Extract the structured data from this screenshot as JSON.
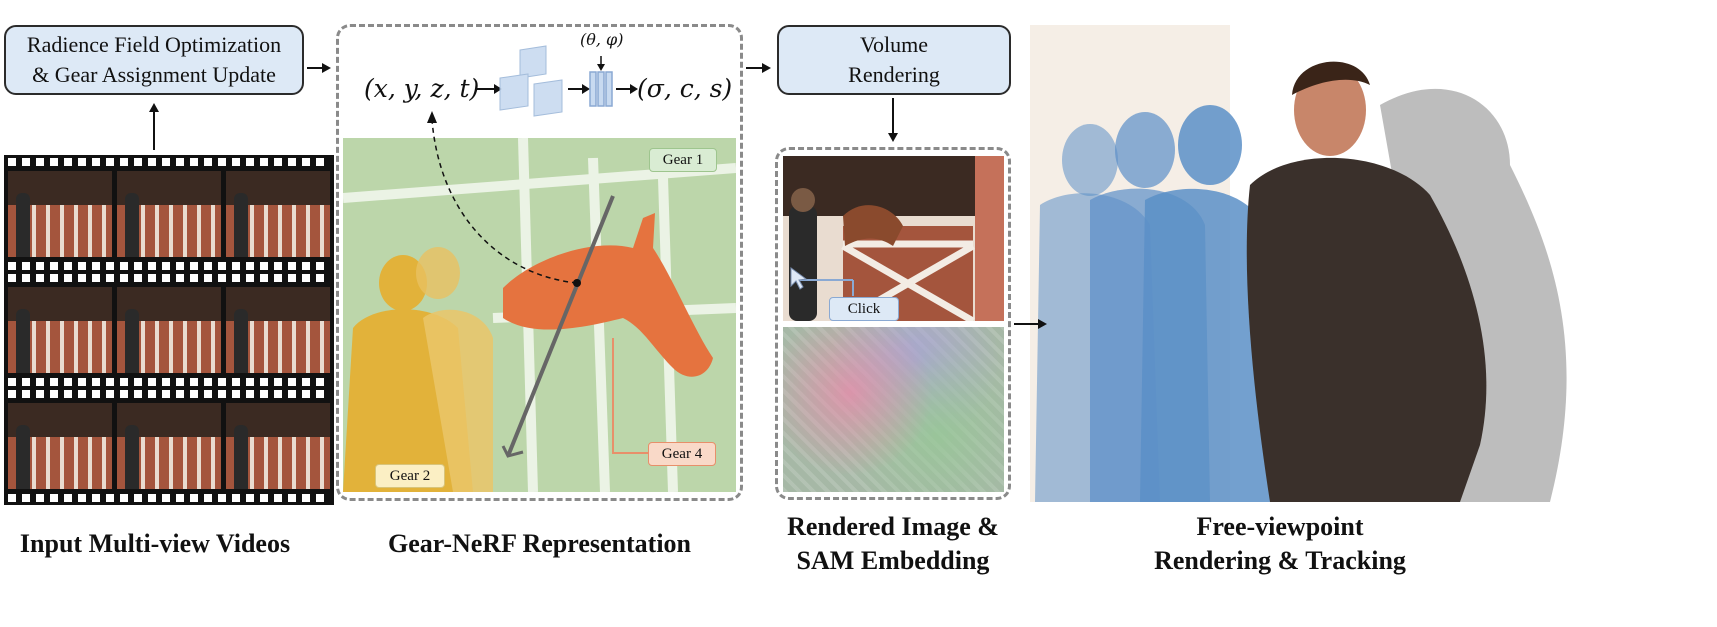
{
  "boxes": {
    "optimization": "Radience Field Optimization\n& Gear Assignment Update",
    "volume": "Volume\nRendering"
  },
  "math": {
    "input": "(x, y, z, t)",
    "view": "(θ, φ)",
    "output": "(σ, c, s)"
  },
  "gears": {
    "gear1": "Gear 1",
    "gear2": "Gear 2",
    "gear4": "Gear 4"
  },
  "click_label": "Click",
  "captions": {
    "input": "Input Multi-view Videos",
    "representation": "Gear-NeRF Representation",
    "rendered": "Rendered Image &\nSAM Embedding",
    "freeview": "Free-viewpoint\nRendering & Tracking"
  },
  "colors": {
    "box_fill": "#dde9f6",
    "gear1_fill": "#d9ecd3",
    "gear2_fill": "#fbefc4",
    "gear4_fill": "#f9d9c8",
    "horse_orange": "#e5733f",
    "person_yellow": "#e2b23a",
    "person_blue": "#5b8fc7"
  }
}
